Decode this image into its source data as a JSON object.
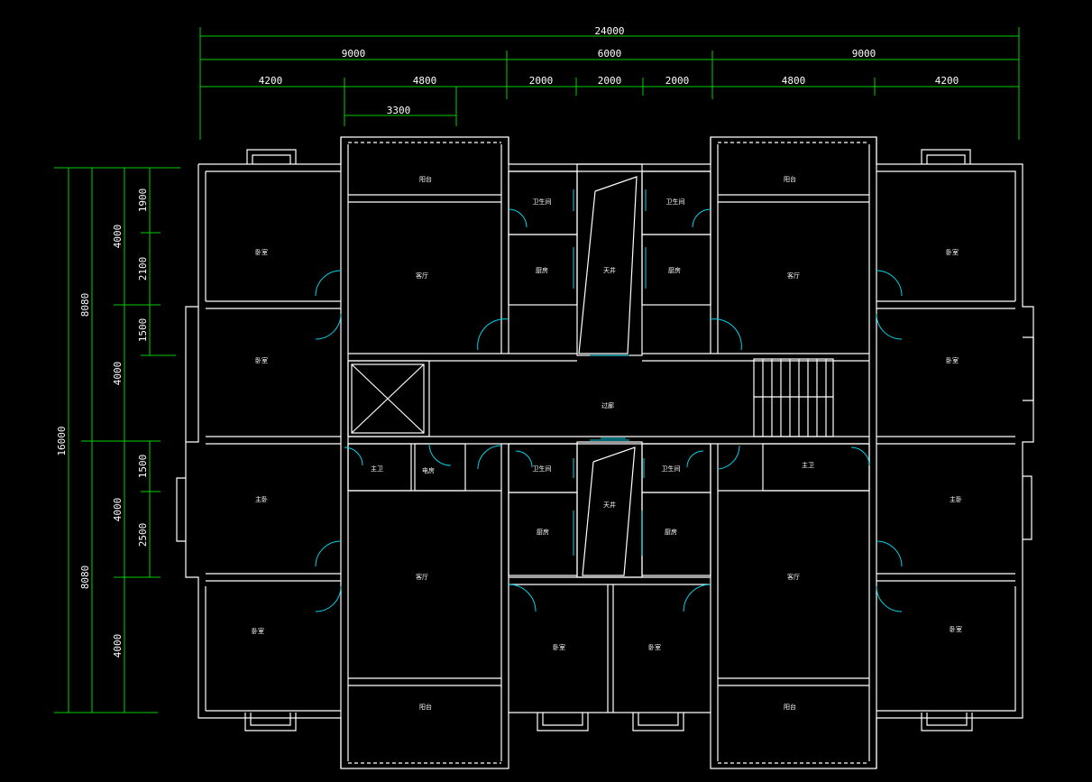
{
  "colors": {
    "background": "#000000",
    "dimension": "#00d000",
    "wall": "#ffffff",
    "door": "#00d4e8",
    "text": "#ffffff"
  },
  "dimensions": {
    "top_total": "24000",
    "top_row2": [
      "9000",
      "6000",
      "9000"
    ],
    "top_row3": [
      "4200",
      "4800",
      "2000",
      "2000",
      "2000",
      "4800",
      "4200"
    ],
    "top_row4": [
      "3300"
    ],
    "left_total": "16000",
    "left_row2": [
      "8080",
      "8080"
    ],
    "left_row3": [
      "4000",
      "4000",
      "4000",
      "4000"
    ],
    "left_row4": [
      "1900",
      "2100",
      "1500",
      "1500",
      "2500"
    ]
  },
  "rooms": {
    "balcony": "阳台",
    "bedroom": "卧室",
    "master_bedroom": "主卧",
    "living": "客厅",
    "bath": "卫生间",
    "kitchen": "厨房",
    "shaft": "天井",
    "corridor": "过廊",
    "master_bath": "主卫",
    "elevator_room": "电房"
  }
}
